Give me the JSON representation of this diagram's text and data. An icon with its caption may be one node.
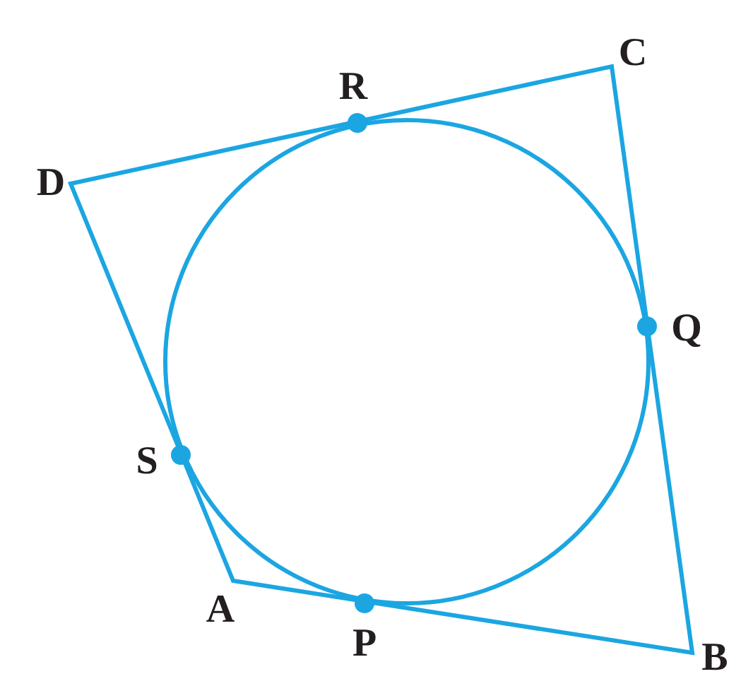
{
  "diagram": {
    "labels": [
      "C",
      "R",
      "D",
      "Q",
      "S",
      "A",
      "P",
      "B"
    ]
  }
}
